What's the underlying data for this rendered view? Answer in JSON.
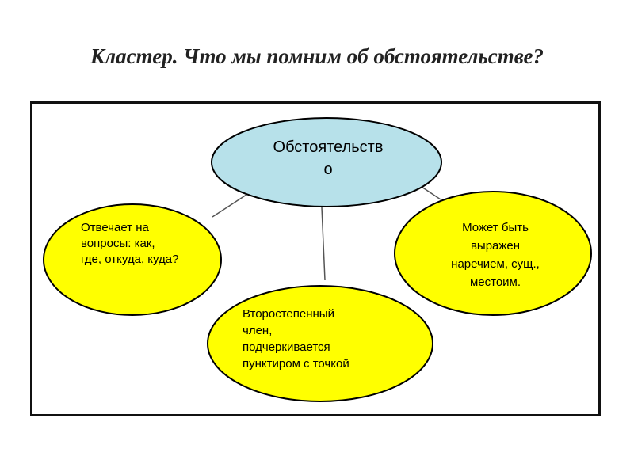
{
  "slide": {
    "title": "Кластер. Что мы помним об обстоятельстве?"
  },
  "diagram": {
    "center": {
      "line1": "Обстоятельств",
      "line2": "о"
    },
    "left": {
      "lines": [
        "Отвечает на",
        "вопросы: как,",
        "где, откуда, куда?"
      ]
    },
    "bottom": {
      "lines": [
        "Второстепенный",
        "член,",
        "подчеркивается",
        "пунктиром с точкой"
      ]
    },
    "right": {
      "lines": [
        "Может быть",
        "выражен",
        "наречием, сущ.,",
        "местоим."
      ]
    },
    "colors": {
      "center_fill": "#b7e1ea",
      "satellite_fill": "#ffff00",
      "stroke": "#000000",
      "connector": "#555555"
    }
  }
}
